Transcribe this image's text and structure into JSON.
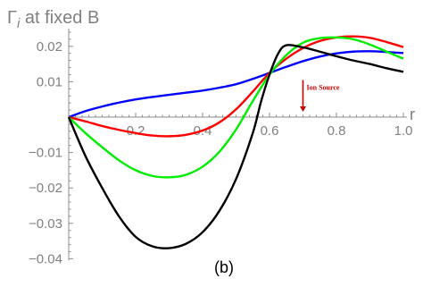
{
  "chart_data": {
    "type": "line",
    "title": "Γ",
    "title_subscript": "i",
    "title_rest": " at fixed B",
    "xlabel": "r",
    "ylabel": "",
    "caption": "(b)",
    "xlim": [
      0,
      1.0
    ],
    "ylim": [
      -0.04,
      0.025
    ],
    "x_ticks": [
      0.2,
      0.4,
      0.6,
      0.8,
      1.0
    ],
    "x_tick_labels": [
      "0.2",
      "0.4",
      "0.6",
      "0.8",
      "1.0"
    ],
    "y_ticks": [
      0.02,
      0.01,
      -0.01,
      -0.02,
      -0.03,
      -0.04
    ],
    "y_tick_labels": [
      "0.02",
      "0.01",
      "−0.01",
      "−0.02",
      "−0.03",
      "−0.04"
    ],
    "grid": false,
    "annotation": {
      "text": "Ion Source",
      "x": 0.7,
      "y_start": 0.0105,
      "y_end": 0.0015,
      "color": "#cc0000"
    },
    "series": [
      {
        "color": "#0000ff",
        "x": [
          0,
          0.05,
          0.1,
          0.15,
          0.2,
          0.25,
          0.3,
          0.35,
          0.4,
          0.45,
          0.5,
          0.55,
          0.6,
          0.65,
          0.7,
          0.75,
          0.8,
          0.85,
          0.9,
          0.95,
          1.0
        ],
        "y": [
          0,
          0.0017,
          0.003,
          0.0041,
          0.005,
          0.0057,
          0.0063,
          0.0069,
          0.0075,
          0.0083,
          0.0093,
          0.0108,
          0.0125,
          0.0142,
          0.0158,
          0.0171,
          0.018,
          0.0185,
          0.0186,
          0.0184,
          0.0181
        ]
      },
      {
        "color": "#ff0000",
        "x": [
          0,
          0.05,
          0.1,
          0.15,
          0.2,
          0.25,
          0.3,
          0.35,
          0.4,
          0.45,
          0.5,
          0.55,
          0.6,
          0.65,
          0.7,
          0.75,
          0.8,
          0.85,
          0.9,
          0.95,
          1.0
        ],
        "y": [
          0,
          -0.0012,
          -0.0025,
          -0.0036,
          -0.0045,
          -0.0052,
          -0.0054,
          -0.005,
          -0.0038,
          -0.0015,
          0.0022,
          0.0072,
          0.0125,
          0.0165,
          0.0195,
          0.0215,
          0.0225,
          0.0228,
          0.0224,
          0.0212,
          0.0198
        ]
      },
      {
        "color": "#00ee00",
        "x": [
          0,
          0.05,
          0.1,
          0.15,
          0.2,
          0.25,
          0.3,
          0.35,
          0.4,
          0.45,
          0.5,
          0.55,
          0.6,
          0.65,
          0.7,
          0.75,
          0.8,
          0.85,
          0.9,
          0.95,
          1.0
        ],
        "y": [
          0,
          -0.0045,
          -0.0085,
          -0.0122,
          -0.015,
          -0.0166,
          -0.017,
          -0.0163,
          -0.014,
          -0.0098,
          -0.0035,
          0.0045,
          0.012,
          0.0175,
          0.021,
          0.0223,
          0.0225,
          0.022,
          0.0205,
          0.0185,
          0.0165
        ]
      },
      {
        "color": "#000000",
        "x": [
          0,
          0.05,
          0.1,
          0.15,
          0.2,
          0.25,
          0.3,
          0.35,
          0.4,
          0.45,
          0.5,
          0.55,
          0.575,
          0.6,
          0.625,
          0.65,
          0.7,
          0.75,
          0.8,
          0.85,
          0.9,
          0.95,
          1.0
        ],
        "y": [
          0,
          -0.011,
          -0.02,
          -0.028,
          -0.0338,
          -0.0365,
          -0.037,
          -0.0358,
          -0.0325,
          -0.0265,
          -0.0175,
          -0.0045,
          0.0045,
          0.012,
          0.0178,
          0.0203,
          0.0197,
          0.0185,
          0.0172,
          0.016,
          0.015,
          0.0138,
          0.0128
        ]
      }
    ]
  }
}
